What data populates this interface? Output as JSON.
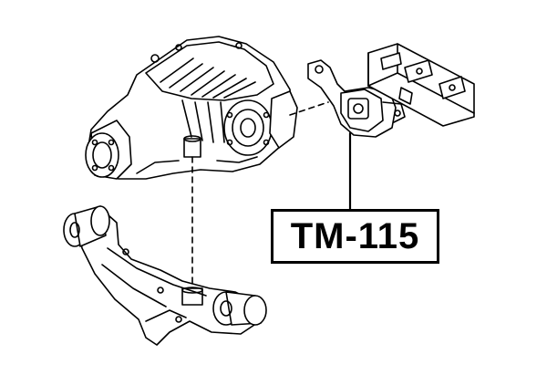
{
  "part_label": "TM-115",
  "colors": {
    "line": "#000000",
    "background": "#ffffff"
  },
  "parts": [
    "differential-housing",
    "rear-suspension-crossmember",
    "differential-mount-bracket",
    "frame-rail-section"
  ]
}
